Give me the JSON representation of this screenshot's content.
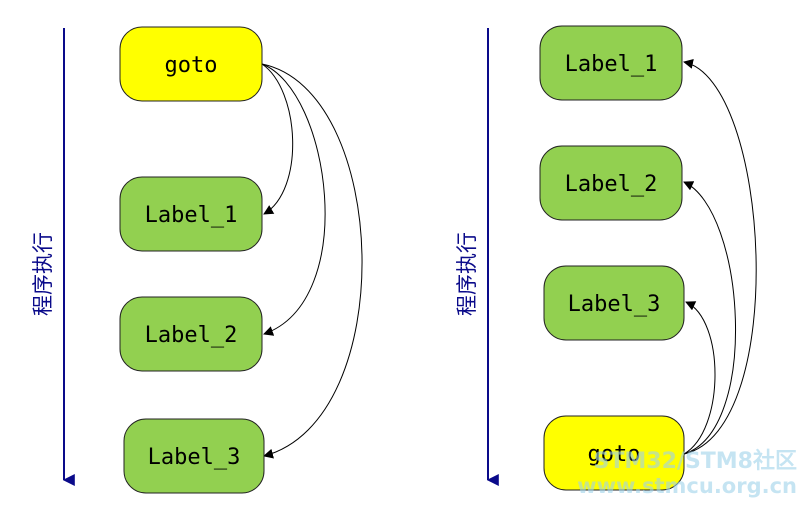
{
  "colors": {
    "axis": "#0a0a8a",
    "goto_fill": "#ffff00",
    "label_fill": "#92d050",
    "node_stroke": "#222222",
    "edge": "#000000",
    "watermark": "#9fd3ea"
  },
  "left_panel": {
    "axis_label": "程序执行",
    "nodes": {
      "goto": "goto",
      "label_1": "Label_1",
      "label_2": "Label_2",
      "label_3": "Label_3"
    }
  },
  "right_panel": {
    "axis_label": "程序执行",
    "nodes": {
      "label_1": "Label_1",
      "label_2": "Label_2",
      "label_3": "Label_3",
      "goto": "goto"
    }
  },
  "watermark": {
    "line1": "STM32/STM8社区",
    "line2": "www.stmcu.org.cn"
  }
}
